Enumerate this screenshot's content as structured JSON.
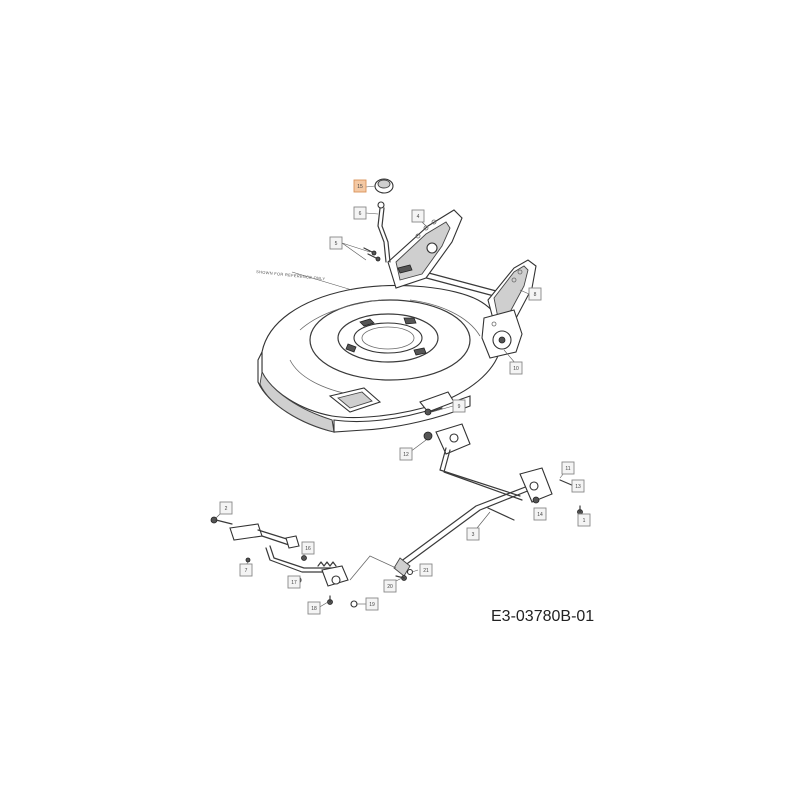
{
  "diagram": {
    "reference_note": "SHOWN FOR REFERENCE ONLY",
    "drawing_code": "E3-03780B-01",
    "callouts": [
      {
        "label": "15",
        "highlighted": true
      },
      {
        "label": "6"
      },
      {
        "label": "4"
      },
      {
        "label": "5"
      },
      {
        "label": "8"
      },
      {
        "label": "10"
      },
      {
        "label": "9"
      },
      {
        "label": "12"
      },
      {
        "label": "11"
      },
      {
        "label": "13"
      },
      {
        "label": "14"
      },
      {
        "label": "3"
      },
      {
        "label": "2"
      },
      {
        "label": "1"
      },
      {
        "label": "7"
      },
      {
        "label": "16"
      },
      {
        "label": "17"
      },
      {
        "label": "18"
      },
      {
        "label": "19"
      },
      {
        "label": "20"
      },
      {
        "label": "21"
      }
    ],
    "colors": {
      "highlight_fill": "#f4c9a4",
      "highlight_stroke": "#d9925a",
      "line": "#3a3a3a"
    }
  }
}
